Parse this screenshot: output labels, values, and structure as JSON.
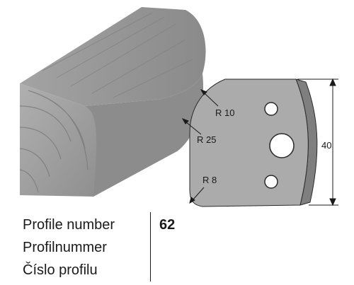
{
  "diagram": {
    "radius_labels": [
      "R 10",
      "R 25",
      "R 8"
    ],
    "height_label": "40",
    "colors": {
      "wood": "#9a9a9a",
      "wood_grain": "#7e7e7e",
      "knife_face": "#a9a9a9",
      "knife_edge": "#8b8b8b",
      "outline": "#2a2a2a"
    }
  },
  "caption": {
    "lines": [
      "Profile number",
      "Profilnummer",
      "Číslo profilu"
    ],
    "profile_number": "62"
  }
}
